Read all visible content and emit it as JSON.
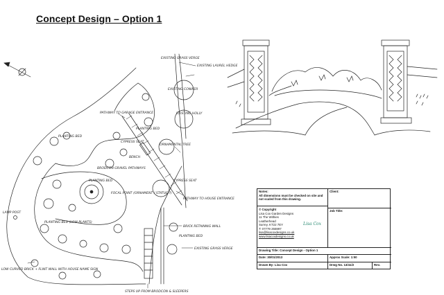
{
  "page": {
    "title": "Concept Design – Option 1"
  },
  "plan": {
    "labels": {
      "existing_grass_verge_top": "EXISTING GRASS VERGE",
      "existing_laurel_hedge": "EXISTING LAUREL HEDGE",
      "existing_conifer": "EXISTING CONIFER",
      "existing_holly": "EXISTING HOLLY",
      "pathway_to_garage": "PATHWAY TO GARAGE ENTRANCE",
      "planting_bed_1": "PLANTING BED",
      "cypress_seat_1": "CYPRESS SEAT",
      "ornamental_tree": "ORNAMENTAL TREE",
      "bench": "BENCH",
      "planting_bed_2": "PLANTING BED",
      "brodcon_gravel": "BRODCON GRAVEL PATHWAYS",
      "planting_bed_3": "PLANTING BED",
      "focal_point": "FOCAL POINT (ORNAMENT / STATUE ?)",
      "cypress_seat_2": "CYPRESS SEAT",
      "pathway_to_house": "PATHWAY TO HOUSE ENTRANCE",
      "lamp_post": "LAMP POST",
      "planting_bed_low": "PLANTING BED (LOW PLANTS)",
      "brick_retaining_wall": "BRICK RETAINING WALL",
      "planting_bed_4": "PLANTING BED",
      "existing_grass_verge_bottom": "EXISTING GRASS VERGE",
      "low_curved_wall": "LOW CURVED BRICK + FLINT WALL WITH HOUSE NAME SIGN",
      "steps": "STEPS UP FROM BRODCON & SLEEPERS"
    }
  },
  "title_block": {
    "notes_label": "Notes:",
    "notes_text": "All dimensions must be checked on site and not scaled from this drawing.",
    "client_label": "Client:",
    "copyright": "© Copyright",
    "company": "Lisa Cox Garden Designs",
    "address1": "11 The Withies",
    "address2": "Leatherhead",
    "address3": "Surrey. KT22 7EY",
    "phone": "T: 07779 255997",
    "email": "lisa@lisacoxdesigns.co.uk",
    "website": "www.lisacoxdesigns.co.uk",
    "logo_text": "Lisa Cox",
    "job_title_label": "Job Title:",
    "drawing_title": "Drawing Title:  Concept Design - Option 1",
    "scale": "Approx Scale: 1:50",
    "date": "Date:  30/01/2013",
    "drawn_by": "Drawn By: Lisa Cox",
    "drwg_no": "Drwg No.  13/41/2",
    "rev": "Rev."
  }
}
